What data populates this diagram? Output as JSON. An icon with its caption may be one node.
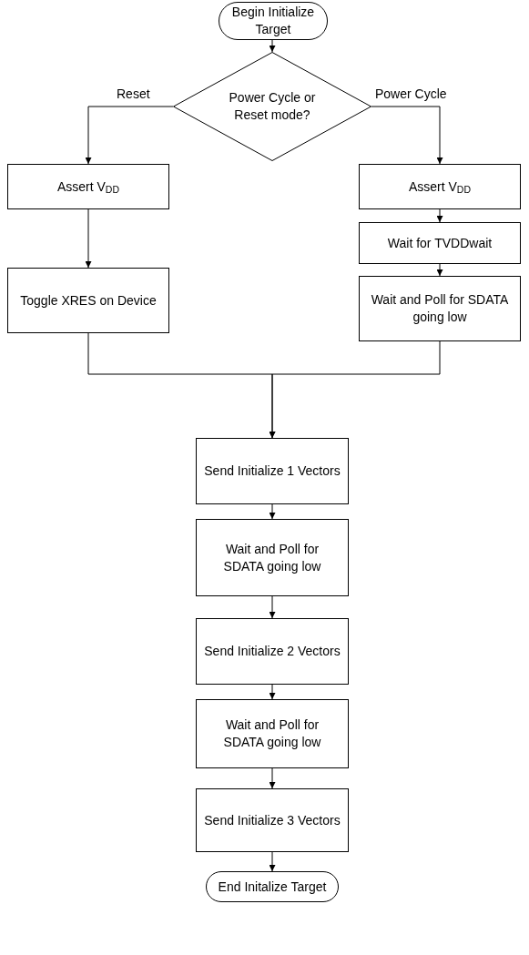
{
  "diagram": {
    "nodes": [
      {
        "text": [
          "Begin Initialize Target"
        ]
      },
      {
        "text": [
          "Power Cycle or Reset mode?"
        ]
      },
      {
        "text": [
          "Assert V$_{DD}$"
        ]
      },
      {
        "text": [
          "Toggle XRES on Device"
        ]
      },
      {
        "text": [
          "Assert V$_{DD}$"
        ]
      },
      {
        "text": [
          "Wait for TVDDwait"
        ]
      },
      {
        "text": [
          "Wait and Poll for SDATA going low"
        ]
      },
      {
        "text": [
          "Send Initialize 1 Vectors"
        ]
      },
      {
        "text": [
          "Wait and Poll for SDATA going low"
        ]
      },
      {
        "text": [
          "Send Initialize 2 Vectors"
        ]
      },
      {
        "text": [
          "Wait and Poll for SDATA going low"
        ]
      },
      {
        "text": [
          "Send Initialize 3 Vectors"
        ]
      },
      {
        "text": [
          "End Initalize Target"
        ]
      }
    ],
    "edges": [
      {
        "from": 0,
        "to": 1,
        "arrow": "to"
      },
      {
        "from": 1,
        "to": 2,
        "arrow": "to",
        "label": "Reset"
      },
      {
        "from": 1,
        "to": 4,
        "arrow": "to",
        "label": "Power Cycle"
      },
      {
        "from": 2,
        "to": 3,
        "arrow": "to"
      },
      {
        "from": 4,
        "to": 5,
        "arrow": "to"
      },
      {
        "from": 5,
        "to": 6,
        "arrow": "to"
      },
      {
        "from": 3,
        "to": 7,
        "arrow": "to"
      },
      {
        "from": 6,
        "to": 7,
        "arrow": "to"
      },
      {
        "from": 7,
        "to": 8,
        "arrow": "to"
      },
      {
        "from": 8,
        "to": 9,
        "arrow": "to"
      },
      {
        "from": 9,
        "to": 10,
        "arrow": "to"
      },
      {
        "from": 10,
        "to": 11,
        "arrow": "to"
      },
      {
        "from": 11,
        "to": 12,
        "arrow": "to"
      }
    ]
  }
}
